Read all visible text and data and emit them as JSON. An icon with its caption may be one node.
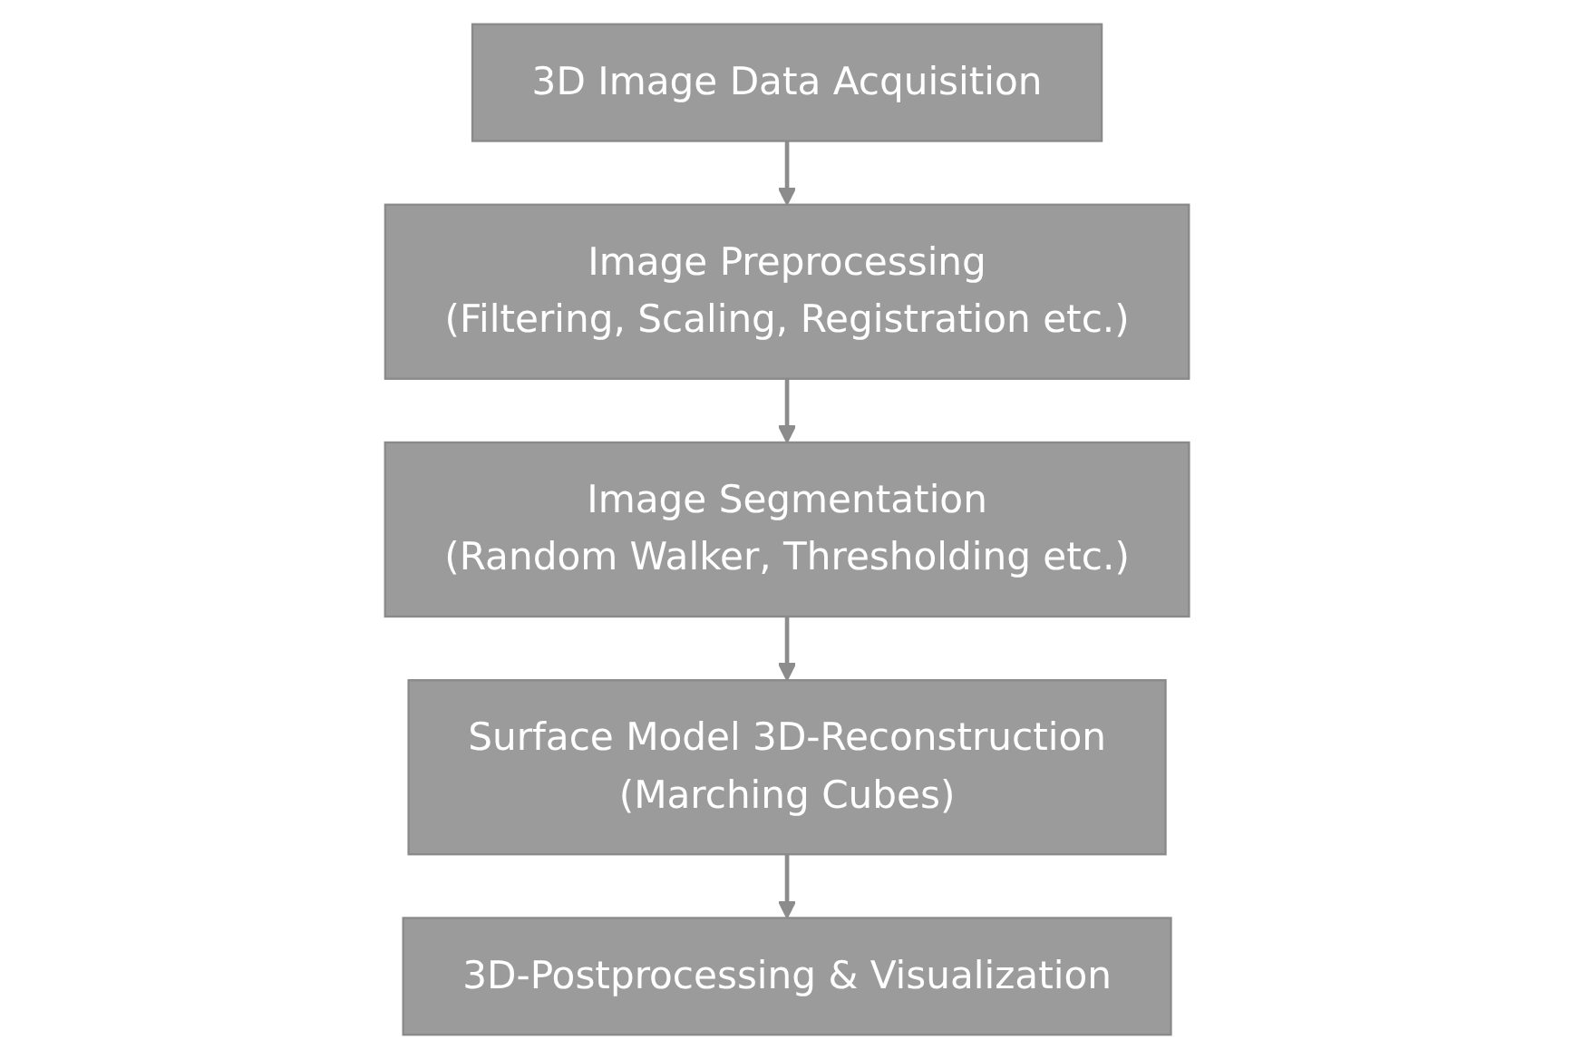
{
  "diagram": {
    "nodes": [
      {
        "text": [
          "3D Image Data Acquisition"
        ]
      },
      {
        "text": [
          "Image Preprocessing",
          "(Filtering, Scaling, Registration etc.)"
        ]
      },
      {
        "text": [
          "Image Segmentation",
          "(Random Walker, Thresholding etc.)"
        ]
      },
      {
        "text": [
          "Surface Model 3D-Reconstruction",
          "(Marching Cubes)"
        ]
      },
      {
        "text": [
          "3D-Postprocessing & Visualization"
        ]
      }
    ],
    "edges": [
      {
        "from": 0,
        "to": 1,
        "arrow": "to"
      },
      {
        "from": 1,
        "to": 2,
        "arrow": "to"
      },
      {
        "from": 2,
        "to": 3,
        "arrow": "to"
      },
      {
        "from": 3,
        "to": 4,
        "arrow": "to"
      }
    ]
  }
}
